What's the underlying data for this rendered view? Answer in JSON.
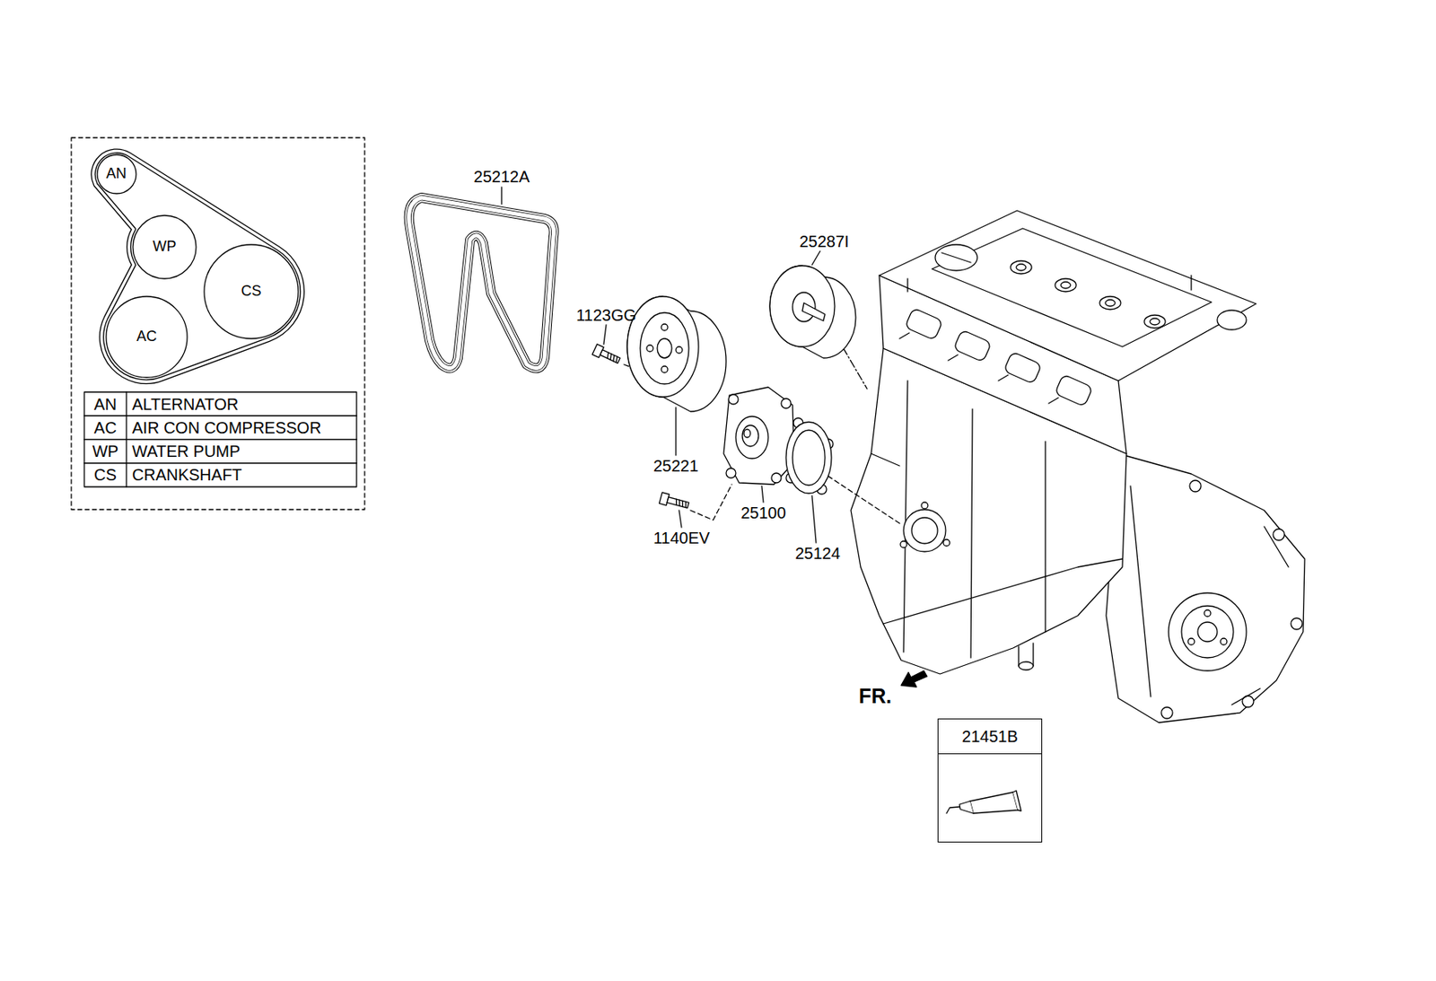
{
  "diagram": {
    "nodes": [
      {
        "text": [
          "AN"
        ]
      },
      {
        "text": [
          "WP"
        ]
      },
      {
        "text": [
          "CS"
        ]
      },
      {
        "text": [
          "AC"
        ]
      },
      {
        "text": [
          "21451B"
        ]
      }
    ],
    "labels": [
      "AN",
      "ALTERNATOR",
      "AC",
      "AIR CON COMPRESSOR",
      "WP",
      "WATER PUMP",
      "CS",
      "CRANKSHAFT",
      "25212A",
      "1123GG",
      "25287I",
      "25221",
      "25100",
      "1140EV",
      "25124",
      "FR."
    ]
  }
}
